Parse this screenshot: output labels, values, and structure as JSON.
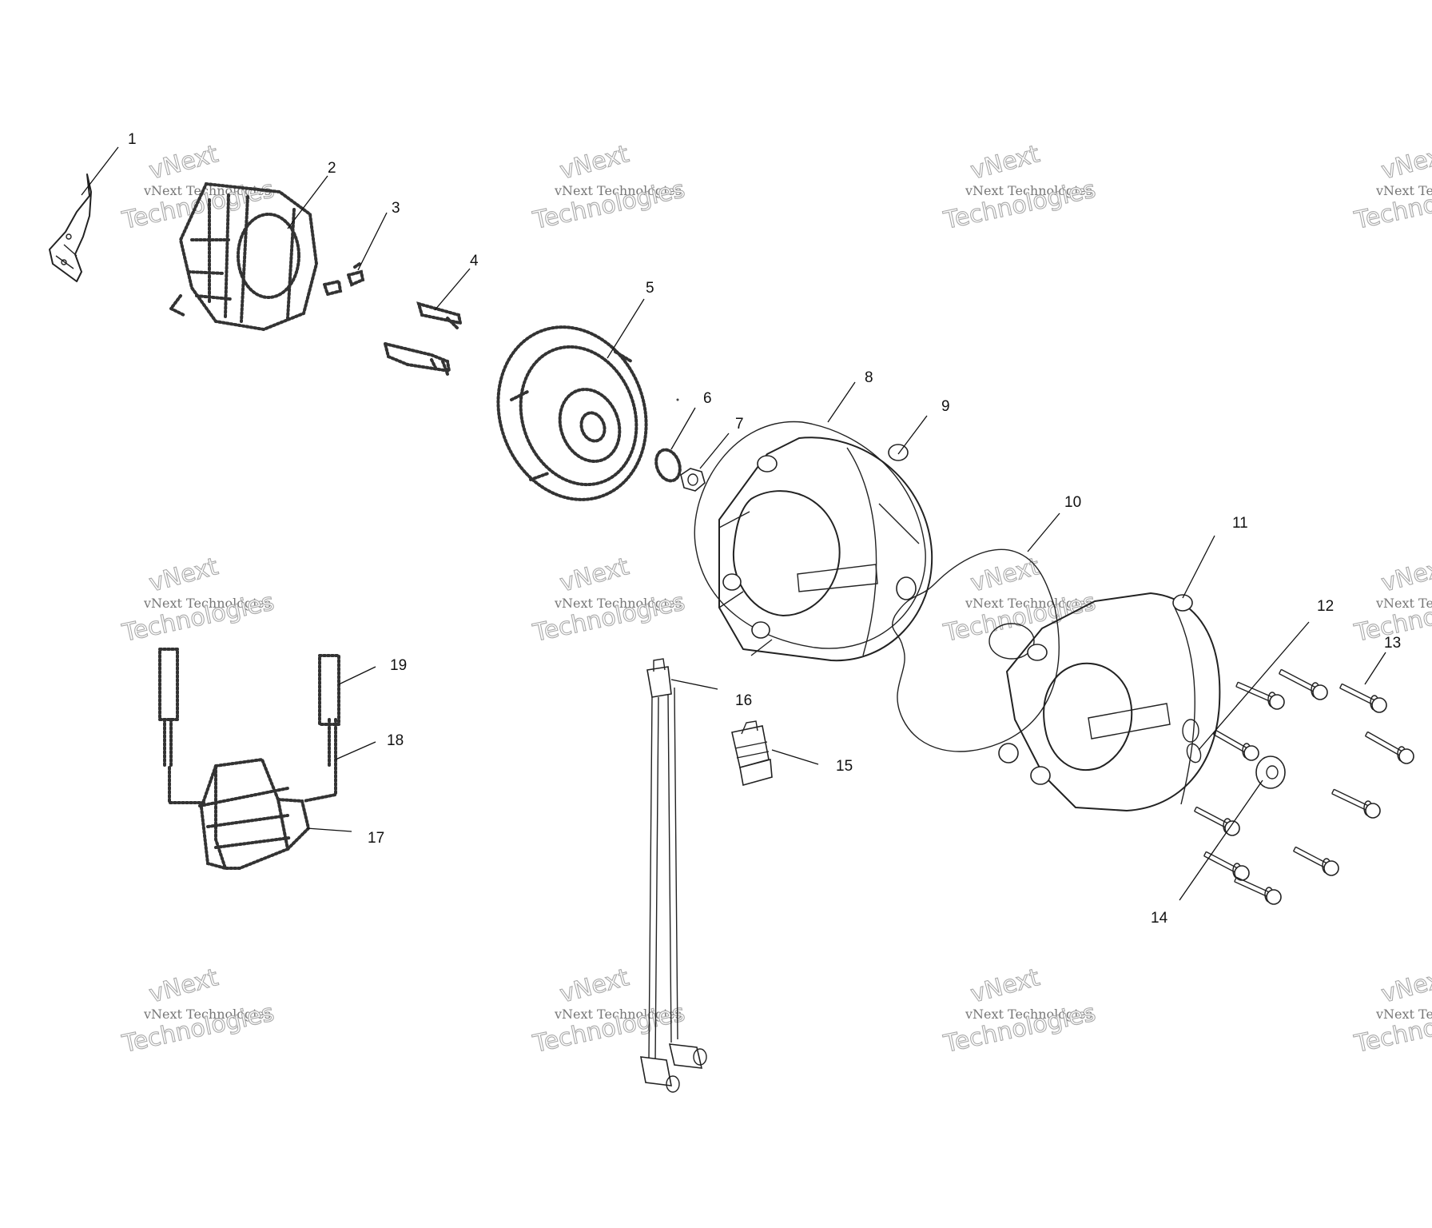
{
  "watermark": {
    "line1": "vNext Technologies",
    "line2": "Technologies",
    "overlay": "vNext"
  },
  "callouts": [
    {
      "id": "1",
      "label": "1"
    },
    {
      "id": "2",
      "label": "2"
    },
    {
      "id": "3",
      "label": "3"
    },
    {
      "id": "4",
      "label": "4"
    },
    {
      "id": "5",
      "label": "5"
    },
    {
      "id": "6",
      "label": "6"
    },
    {
      "id": "7",
      "label": "7"
    },
    {
      "id": "8",
      "label": "8"
    },
    {
      "id": "9",
      "label": "9"
    },
    {
      "id": "10",
      "label": "10"
    },
    {
      "id": "11",
      "label": "11"
    },
    {
      "id": "12",
      "label": "12"
    },
    {
      "id": "13",
      "label": "13"
    },
    {
      "id": "14",
      "label": "14"
    },
    {
      "id": "15",
      "label": "15"
    },
    {
      "id": "16",
      "label": "16"
    },
    {
      "id": "17",
      "label": "17"
    },
    {
      "id": "18",
      "label": "18"
    },
    {
      "id": "19",
      "label": "19"
    }
  ]
}
